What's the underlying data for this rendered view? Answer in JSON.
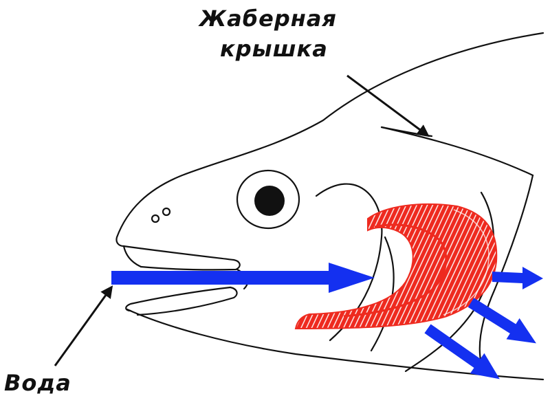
{
  "labels": {
    "operculum_line1": "Жаберная",
    "operculum_line2": "крышка",
    "water": "Вода"
  },
  "colors": {
    "outline": "#111111",
    "gill": "#ee2a1f",
    "water_arrow": "#1430f0",
    "label_arrow": "#111111",
    "background": "#ffffff"
  },
  "icons": {
    "water_flow": "arrow-right-icon",
    "pointer": "arrow-pointer-icon"
  }
}
